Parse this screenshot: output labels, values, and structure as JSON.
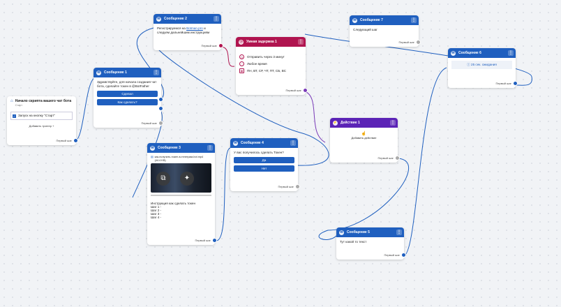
{
  "start": {
    "title": "Начало скрипта вашего чат бота",
    "subtitle": "Старт",
    "trigger": "Запуск на кнопку \"Старт\"",
    "add_trigger": "Добавить триггер  +",
    "footer": "Первый шаг"
  },
  "msg1": {
    "title": "Сообщение 1",
    "text": "Здравствуйте, для начала создания чат бота, сделайте токен в @BotFather",
    "btn1": "Сделал",
    "btn2": "Как сделать?",
    "footer": "Первый шаг"
  },
  "msg2": {
    "title": "Сообщение 2",
    "text_prefix": "Регистрируемся на ",
    "text_link": "Botman.pro",
    "text_suffix": " и следуем дальнейшим инструкциям",
    "footer": "Первый шаг"
  },
  "cond": {
    "title": "Умная задержка 1",
    "line1": "Отправить через 3 минут",
    "line2": "Любое время",
    "line3": "ПН, ВТ, СР, ЧТ, ПТ, СБ, ВС",
    "footer": "Первый шаг"
  },
  "msg7": {
    "title": "Сообщение 7",
    "text": "Следующий шаг",
    "footer": "Первый шаг"
  },
  "msg6": {
    "title": "Сообщение 6",
    "delay": "25 сек. ожидания",
    "footer": "Первый шаг"
  },
  "msg3": {
    "title": "Сообщение 3",
    "file": "как-получить-токен-в-телеграм-bot.mp4",
    "file_size": "(44.4 KB)",
    "text": "Инструкция как сделать токен\nШаг 1 -\nШаг 2 -\nШаг 3 -\nШаг 4 -",
    "footer": "Первый шаг"
  },
  "msg4": {
    "title": "Сообщение 4",
    "text": "У вас получилось сделать Токен?",
    "btn1": "Да",
    "btn2": "Нет",
    "footer": "Первый шаг"
  },
  "action1": {
    "title": "Действие 1",
    "add_action": "Добавить действие",
    "footer": "Первый шаг"
  },
  "msg5": {
    "title": "Сообщение 5",
    "text": "Тут какой то текст",
    "footer": "Первый шаг"
  },
  "colors": {
    "accent": "#1f5fbf",
    "pink": "#b0144f",
    "purple": "#5b23b6",
    "link_line": "#1f5fbf",
    "pink_line": "#b0144f"
  }
}
